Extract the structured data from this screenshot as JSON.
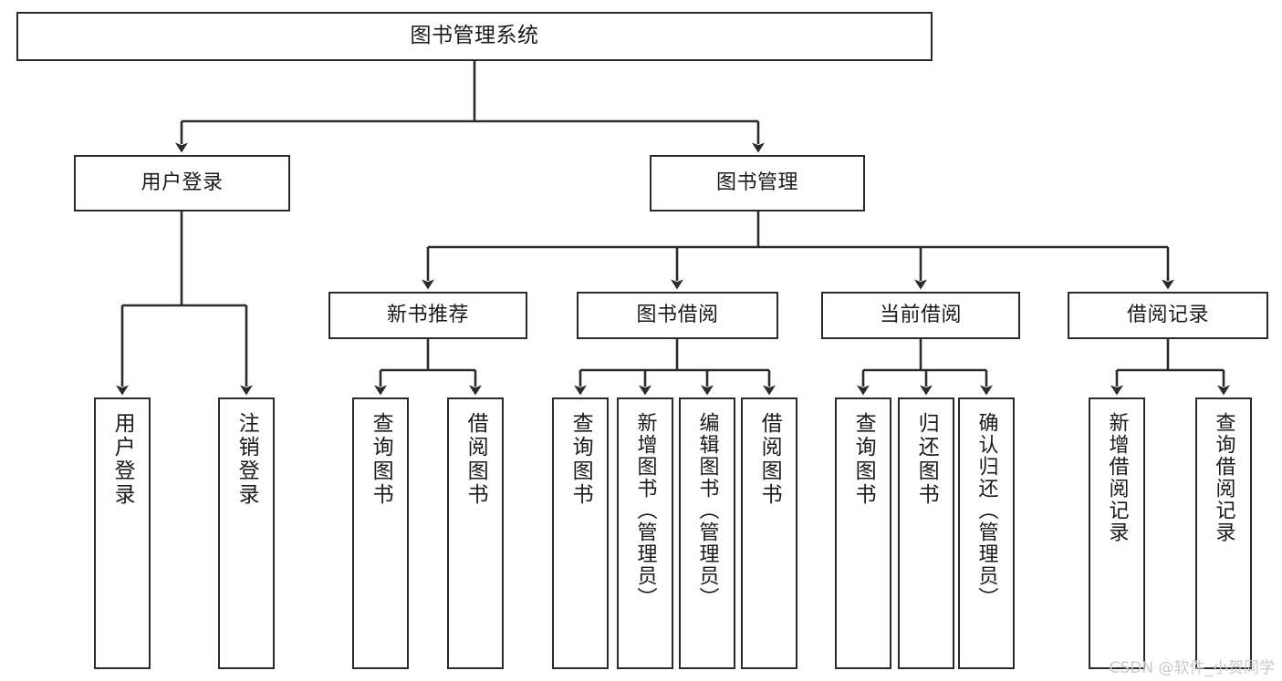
{
  "diagram": {
    "title": "图书管理系统",
    "stroke_color": "#2b2b2b",
    "fill_color": "#ffffff",
    "text_color": "#1a1a1a",
    "root": {
      "label": "图书管理系统"
    },
    "level2": [
      {
        "label": "用户登录"
      },
      {
        "label": "图书管理"
      }
    ],
    "level3": [
      {
        "label": "新书推荐"
      },
      {
        "label": "图书借阅"
      },
      {
        "label": "当前借阅"
      },
      {
        "label": "借阅记录"
      }
    ],
    "leaves": {
      "user_login": [
        {
          "label": "用户登录"
        },
        {
          "label": "注销登录"
        }
      ],
      "new_book": [
        {
          "label": "查询图书"
        },
        {
          "label": "借阅图书"
        }
      ],
      "book_borrow": [
        {
          "label": "查询图书"
        },
        {
          "label": "新增图书（管理员）"
        },
        {
          "label": "编辑图书（管理员）"
        },
        {
          "label": "借阅图书"
        }
      ],
      "current_borrow": [
        {
          "label": "查询图书"
        },
        {
          "label": "归还图书"
        },
        {
          "label": "确认归还（管理员）"
        }
      ],
      "borrow_record": [
        {
          "label": "新增借阅记录"
        },
        {
          "label": "查询借阅记录"
        }
      ]
    }
  },
  "watermark": {
    "text": "CSDN @软件_小贺同学"
  }
}
